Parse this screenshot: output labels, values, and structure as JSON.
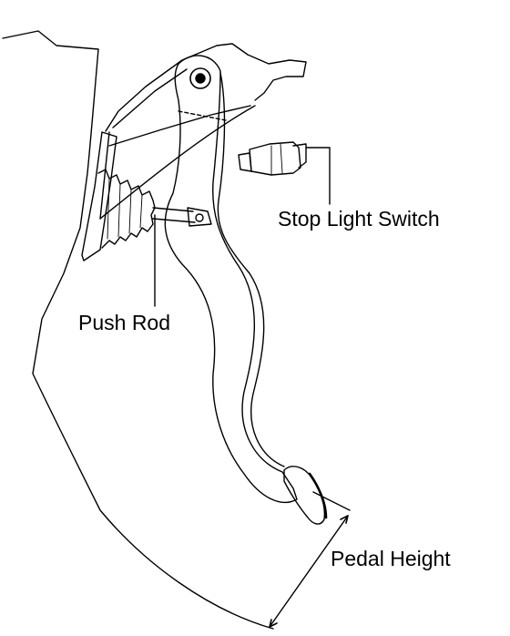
{
  "labels": {
    "stop_light_switch": "Stop Light Switch",
    "push_rod": "Push Rod",
    "pedal_height": "Pedal Height"
  },
  "colors": {
    "ink": "#000000",
    "paper": "#ffffff"
  }
}
